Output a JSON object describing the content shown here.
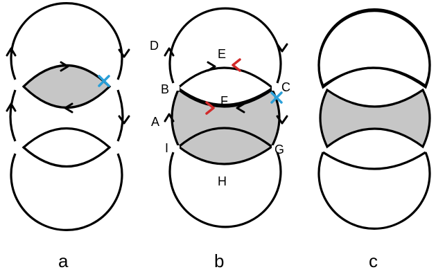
{
  "panels": [
    {
      "id": "a",
      "caption": "a"
    },
    {
      "id": "b",
      "caption": "b"
    },
    {
      "id": "c",
      "caption": "c"
    }
  ],
  "panel_b_points": {
    "D": "D",
    "E": "E",
    "B": "B",
    "C": "C",
    "F": "F",
    "A": "A",
    "I": "I",
    "G": "G",
    "H": "H"
  },
  "colors": {
    "shaded": "#c6c6c6",
    "cross_mark": "#2a9fd8",
    "red_arrow": "#d12a2a"
  }
}
